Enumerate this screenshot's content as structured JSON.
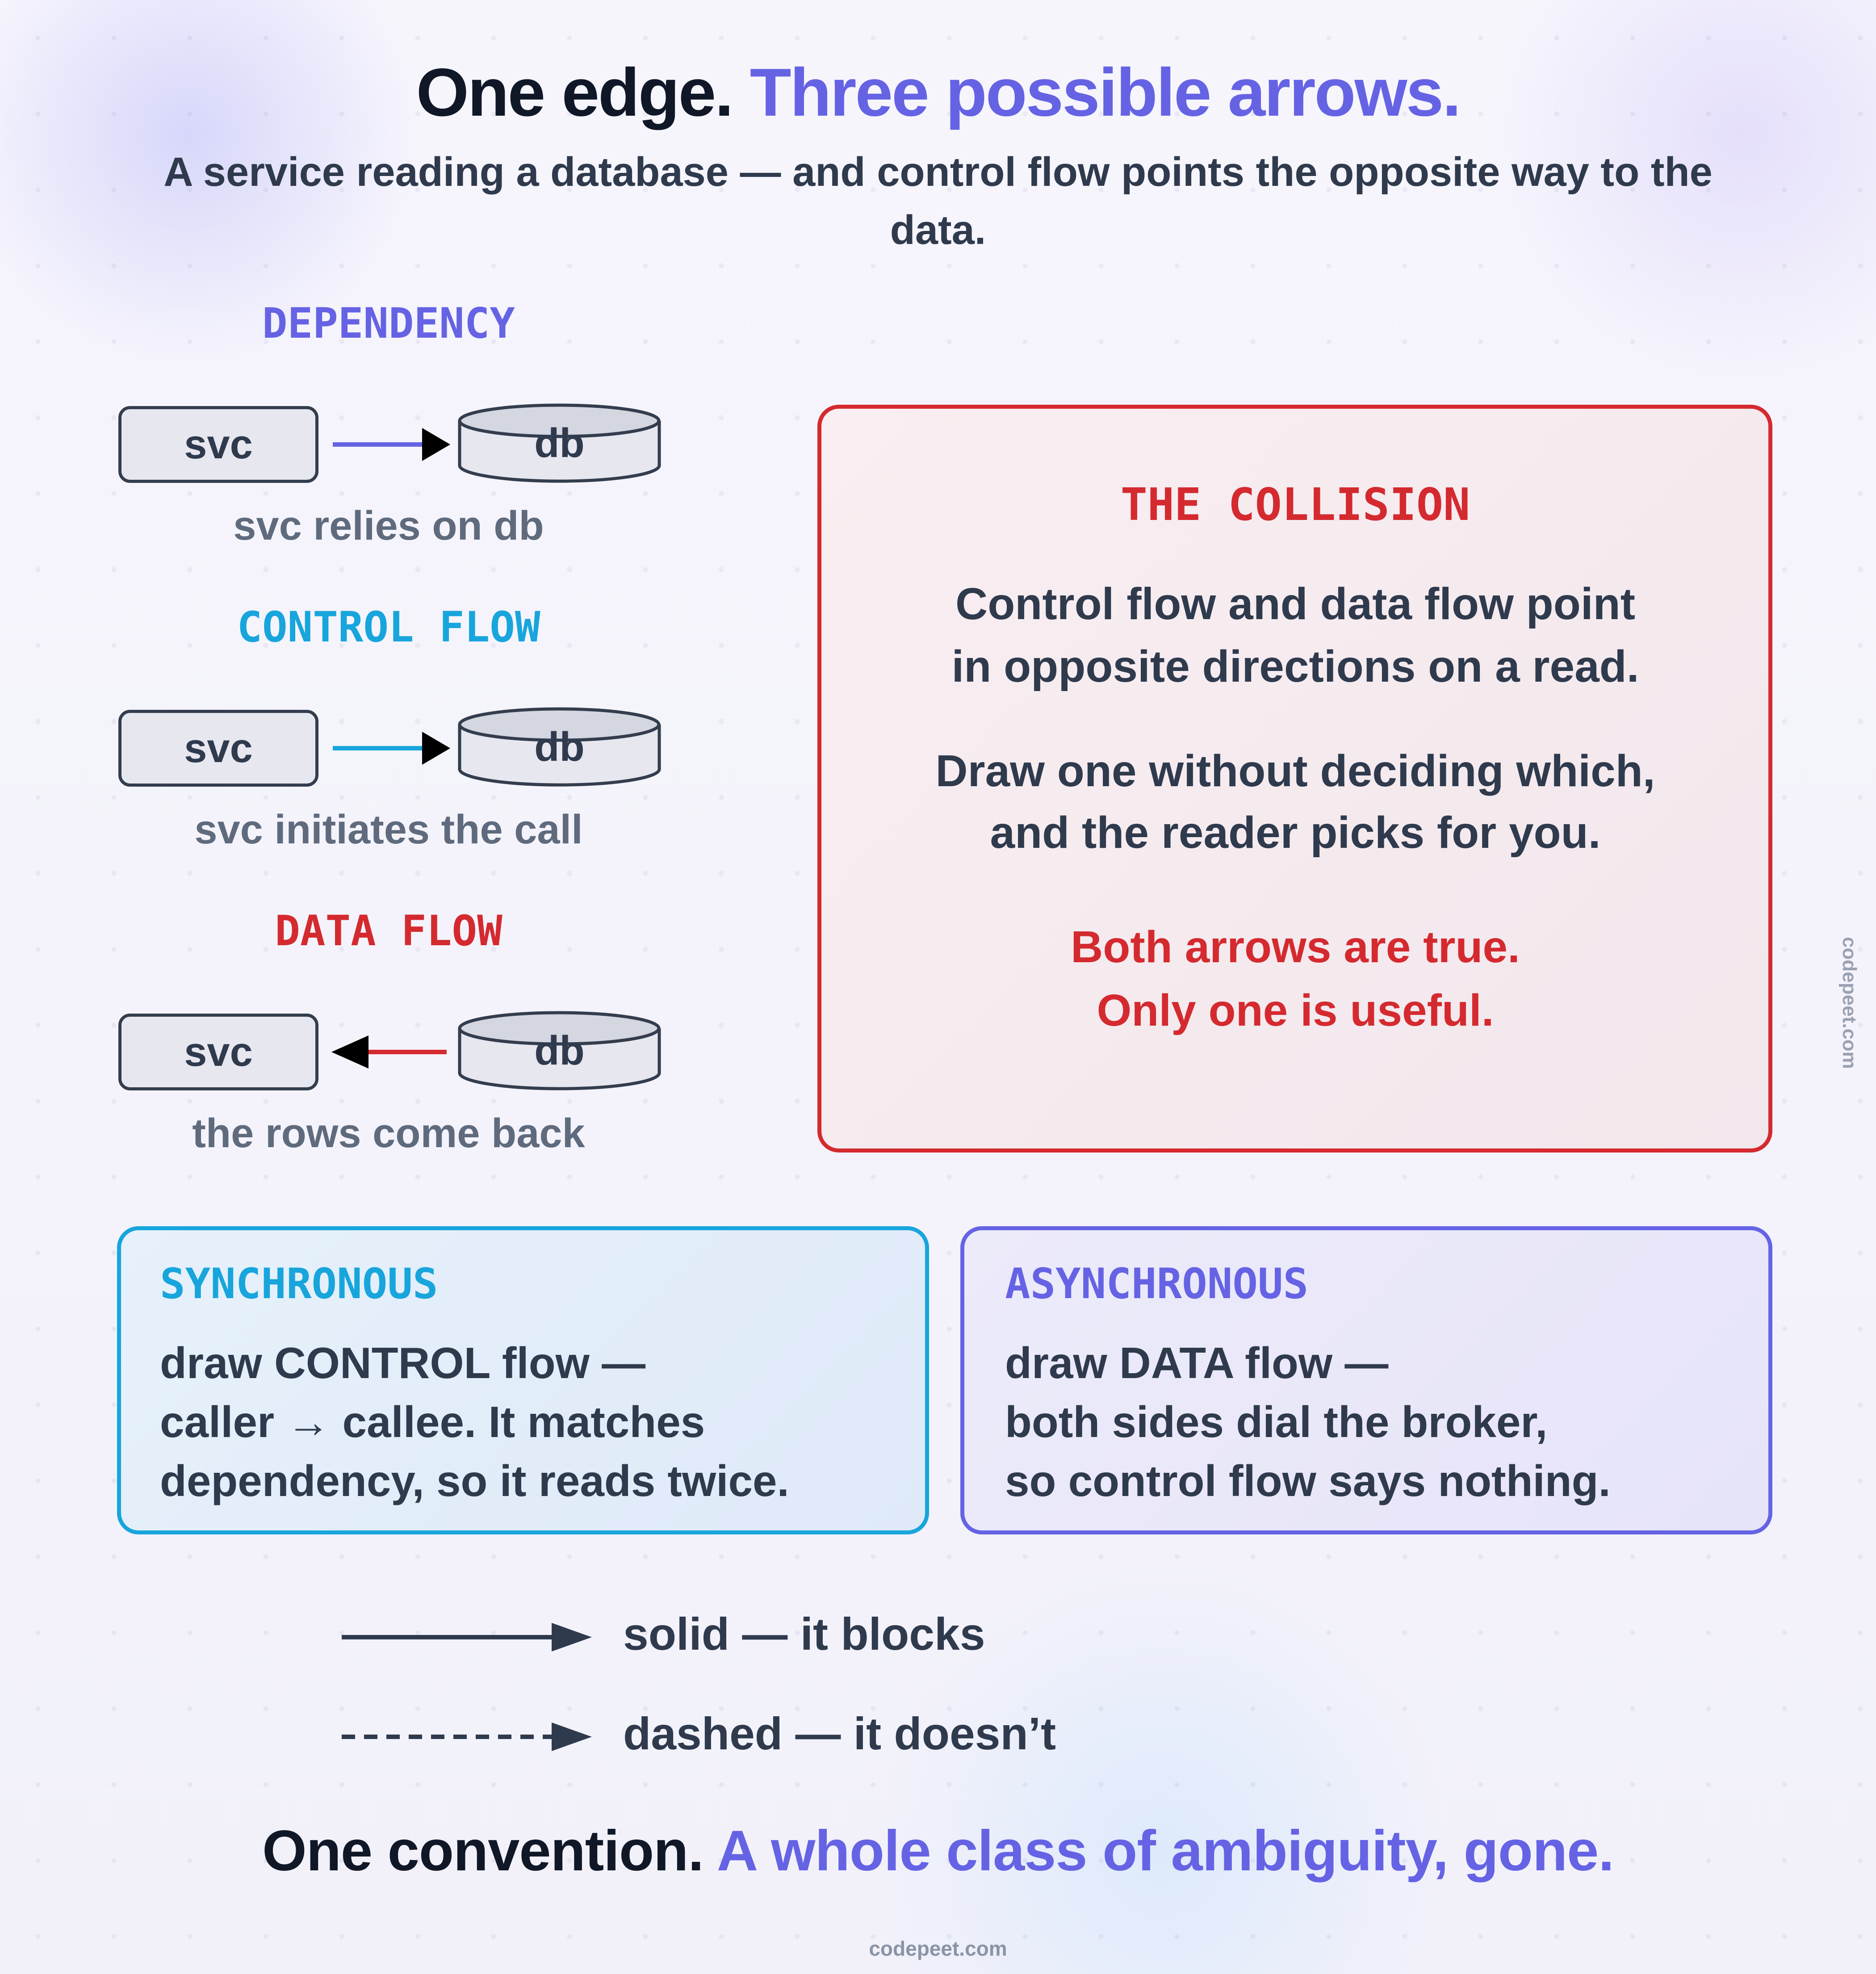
{
  "header": {
    "title_main": "One edge.",
    "title_accent": "Three possible arrows.",
    "subtitle": "A service reading a database — and control flow points the opposite way to the data."
  },
  "diagrams": [
    {
      "heading": "DEPENDENCY",
      "left_node": "svc",
      "right_node": "db",
      "arrow_direction": "svc → db",
      "arrow_color": "#6563e4",
      "caption": "svc relies on db"
    },
    {
      "heading": "CONTROL FLOW",
      "left_node": "svc",
      "right_node": "db",
      "arrow_direction": "svc → db",
      "arrow_color": "#18a5dc",
      "caption": "svc initiates the call"
    },
    {
      "heading": "DATA FLOW",
      "left_node": "svc",
      "right_node": "db",
      "arrow_direction": "db → svc",
      "arrow_color": "#d42a2f",
      "caption": "the rows come back"
    }
  ],
  "collision": {
    "heading": "THE COLLISION",
    "para1_line1": "Control flow and data flow point",
    "para1_line2": "in opposite directions on a read.",
    "para2_line1": "Draw one without deciding which,",
    "para2_line2": "and the reader picks for you.",
    "punch_line1": "Both arrows are true.",
    "punch_line2": "Only one is useful."
  },
  "cards": {
    "sync": {
      "heading": "SYNCHRONOUS",
      "line1": "draw CONTROL flow —",
      "line2": "caller → callee. It matches",
      "line3": "dependency, so it reads twice."
    },
    "async": {
      "heading": "ASYNCHRONOUS",
      "line1": "draw DATA flow —",
      "line2": "both sides dial the broker,",
      "line3": "so control flow says nothing."
    }
  },
  "legend": {
    "solid": "solid — it blocks",
    "dashed": "dashed — it doesn’t"
  },
  "closing": {
    "main": "One convention.",
    "accent": "A whole class of ambiguity, gone."
  },
  "footer": "codepeet.com",
  "side_brand": "codepeet.com",
  "colors": {
    "accent_purple": "#6563e4",
    "accent_blue": "#18a5dc",
    "accent_red": "#d42a2f",
    "text_dark": "#101828",
    "text_body": "#2f3a4d",
    "text_muted": "#5f6b7d"
  }
}
